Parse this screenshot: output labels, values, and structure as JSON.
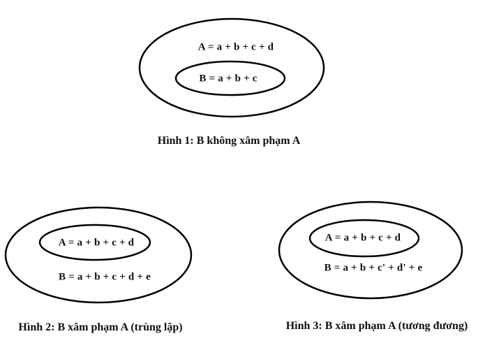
{
  "figures": [
    {
      "outer_label": "A =  a + b + c + d",
      "inner_label": "B = a + b + c",
      "caption": "Hình 1: B không xâm phạm A"
    },
    {
      "inner_label": "A = a + b + c + d",
      "outer_label": "B = a + b + c + d + e",
      "caption": "Hình 2: B xâm phạm A (trùng lặp)"
    },
    {
      "inner_label": "A = a + b + c + d",
      "outer_label": "B = a + b + c' + d' + e",
      "caption": "Hình 3: B xâm phạm A (tương đương)"
    }
  ]
}
